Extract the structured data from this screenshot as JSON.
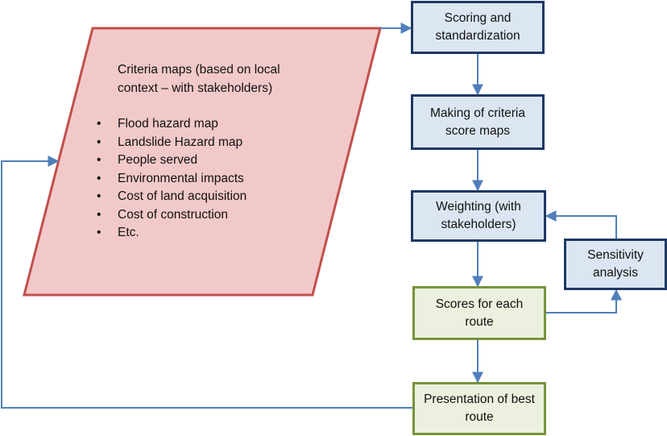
{
  "parallelogram": {
    "title": "Criteria maps (based on local context – with stakeholders)",
    "items": [
      "Flood hazard map",
      "Landslide Hazard map",
      "People served",
      "Environmental impacts",
      "Cost of land acquisition",
      "Cost of construction",
      "Etc."
    ],
    "bullet": "•"
  },
  "boxes": {
    "scoring": "Scoring  and standardization",
    "making": "Making of criteria score maps",
    "weighting": "Weighting (with stakeholders)",
    "sensitivity": "Sensitivity analysis",
    "scores": "Scores for each route",
    "presentation": "Presentation of best route"
  },
  "colors": {
    "parallelogram_fill": "#f2c9c9",
    "parallelogram_border": "#c0504d",
    "blue_fill": "#dce6f2",
    "blue_border": "#1f3864",
    "green_fill": "#ebf1de",
    "green_border": "#77933c",
    "arrow": "#4f7fba"
  }
}
